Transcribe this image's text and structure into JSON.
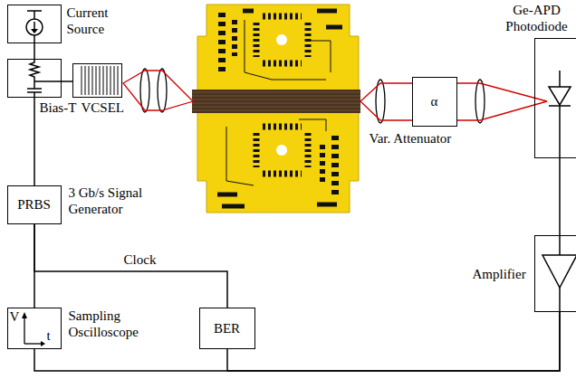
{
  "diagram": {
    "nodes": [
      {
        "text": [
          "Current Source"
        ]
      },
      {
        "text": [
          "Bias-T"
        ]
      },
      {
        "text": [
          "VCSEL"
        ]
      },
      {
        "text": [
          "PRBS",
          "3 Gb/s Signal Generator"
        ]
      },
      {
        "text": [
          "V",
          "t",
          "Sampling Oscilloscope"
        ]
      },
      {
        "text": [
          "BER"
        ]
      },
      {
        "text": [
          "α",
          "Var. Attenuator"
        ]
      },
      {
        "text": [
          "Ge-APD Photodiode"
        ]
      },
      {
        "text": [
          "Amplifier"
        ]
      }
    ],
    "edges": [
      {
        "from": 0,
        "to": 1,
        "arrow": "none"
      },
      {
        "from": 1,
        "to": 2,
        "arrow": "none"
      },
      {
        "from": 1,
        "to": 3,
        "arrow": "none"
      },
      {
        "from": 3,
        "to": 4,
        "arrow": "none"
      },
      {
        "from": 3,
        "to": 5,
        "label": "Clock",
        "arrow": "none"
      },
      {
        "from": 7,
        "to": 8,
        "arrow": "none"
      },
      {
        "from": 8,
        "to": 4,
        "arrow": "none"
      },
      {
        "from": 8,
        "to": 5,
        "arrow": "none"
      }
    ]
  }
}
